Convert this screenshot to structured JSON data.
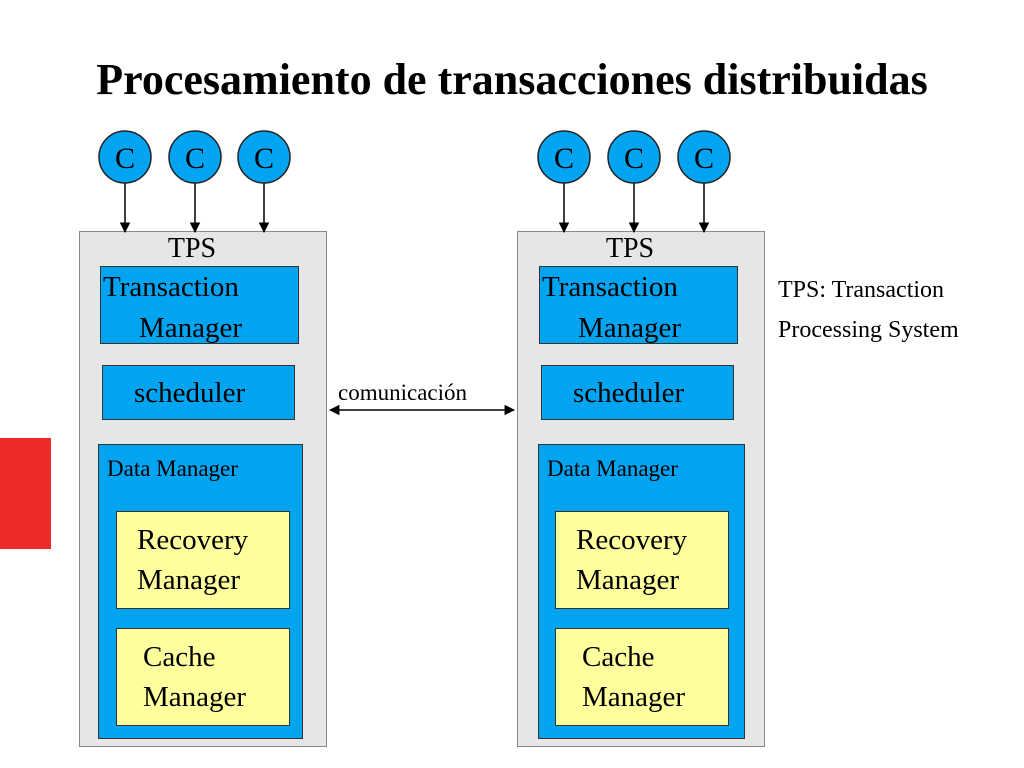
{
  "title": "Procesamiento de transacciones distribuidas",
  "client_label": "C",
  "systems": [
    {
      "tps_label": "TPS",
      "transaction_manager": [
        "Transaction",
        "Manager"
      ],
      "scheduler": "scheduler",
      "data_manager": "Data Manager",
      "recovery_manager": [
        "Recovery",
        "Manager"
      ],
      "cache_manager": [
        "Cache",
        "Manager"
      ]
    },
    {
      "tps_label": "TPS",
      "transaction_manager": [
        "Transaction",
        "Manager"
      ],
      "scheduler": "scheduler",
      "data_manager": "Data Manager",
      "recovery_manager": [
        "Recovery",
        "Manager"
      ],
      "cache_manager": [
        "Cache",
        "Manager"
      ]
    }
  ],
  "communication_label": "comunicación",
  "note": [
    "TPS: Transaction",
    "Processing System"
  ],
  "colors": {
    "client_fill": "#00a4f0",
    "component_fill": "#00a4f0",
    "subcomponent_fill": "#ffff9e",
    "tps_fill": "#e6e6e6",
    "accent_tab": "#ee2a2a"
  }
}
